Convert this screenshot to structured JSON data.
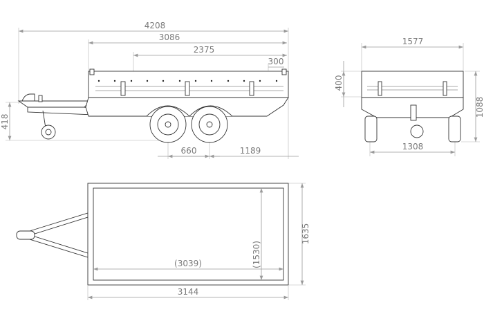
{
  "title": "Tandem trailer dimension drawing",
  "side_view": {
    "overall_length": "4208",
    "body_length": "3086",
    "length_2375": "2375",
    "offset_300": "300",
    "drawbar_height": "418",
    "axle_spacing": "660",
    "rear_axle_to_end": "1189"
  },
  "rear_view": {
    "overall_width": "1577",
    "side_height": "400",
    "overall_height": "1088",
    "track_width": "1308"
  },
  "top_view": {
    "inner_length": "(3039)",
    "inner_width": "(1530)",
    "outer_width": "1635",
    "outer_length": "3144"
  },
  "colors": {
    "line": "#333333",
    "dimension": "#9a9a9a",
    "text": "#7a7a7a"
  }
}
